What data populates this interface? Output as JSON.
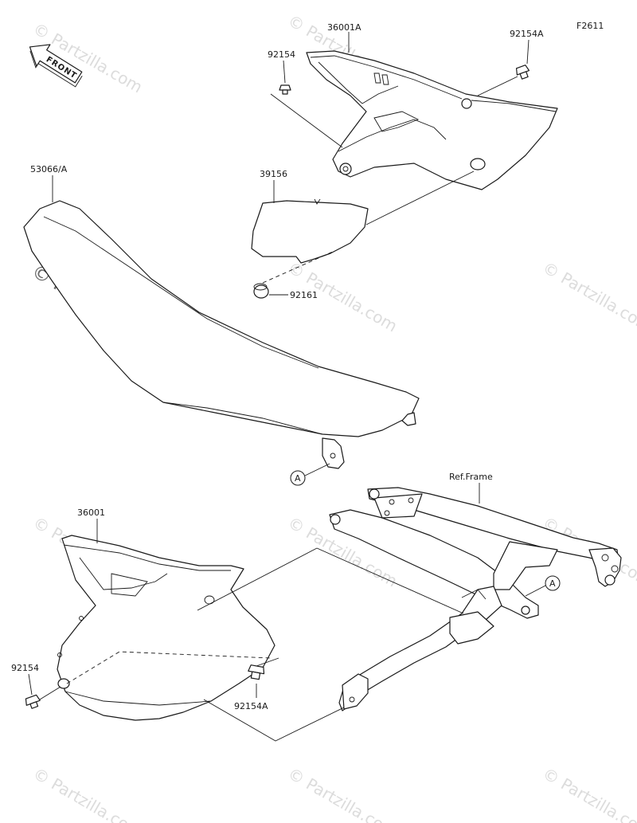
{
  "diagram": {
    "figure_code": "F2611",
    "front_label": "FRONT",
    "watermark": "© Partzilla.com",
    "callouts": {
      "side_cover_right": "36001A",
      "bolt_top_left": "92154",
      "bolt_top_right": "92154A",
      "seat": "53066/A",
      "pad": "39156",
      "grommet": "92161",
      "ref_frame": "Ref.Frame",
      "side_cover_left": "36001",
      "bolt_bottom_left": "92154",
      "bolt_bottom_center": "92154A",
      "mark_a_seat": "A",
      "mark_a_frame": "A"
    }
  }
}
